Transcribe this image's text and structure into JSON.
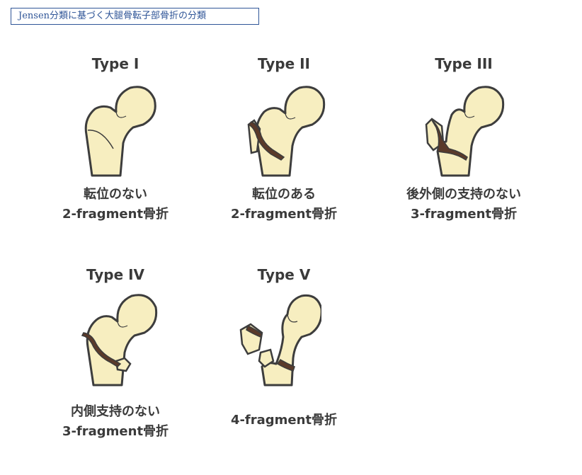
{
  "title": "Jensen分類に基づく大腿骨転子部骨折の分類",
  "types": [
    {
      "label": "Type I",
      "desc": [
        "転位のない",
        "2-fragment骨折"
      ]
    },
    {
      "label": "Type II",
      "desc": [
        "転位のある",
        "2-fragment骨折"
      ]
    },
    {
      "label": "Type III",
      "desc": [
        "後外側の支持のない",
        "3-fragment骨折"
      ]
    },
    {
      "label": "Type IV",
      "desc": [
        "内側支持のない",
        "3-fragment骨折"
      ]
    },
    {
      "label": "Type V",
      "desc": [
        "4-fragment骨折"
      ]
    }
  ],
  "colors": {
    "bone": "#f7eec0",
    "outline": "#3d3d3d",
    "fracture": "#5a3a2a",
    "title": "#2f5597"
  }
}
